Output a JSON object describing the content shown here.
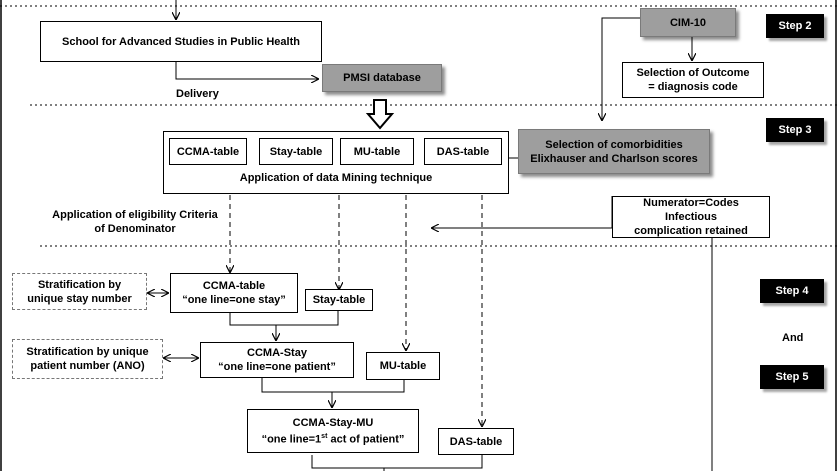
{
  "boxes": {
    "school": "School for Advanced Studies in Public Health",
    "delivery": "Delivery",
    "pmsi": "PMSI database",
    "cim10": "CIM-10",
    "outcome_line1": "Selection of Outcome",
    "outcome_line2": "= diagnosis code",
    "tables": [
      "CCMA-table",
      "Stay-table",
      "MU-table",
      "DAS-table"
    ],
    "mining": "Application of data Mining technique",
    "comorb_line1": "Selection of comorbidities",
    "comorb_line2": "Elixhauser and Charlson scores",
    "eligibility_line1": "Application of eligibility Criteria",
    "eligibility_line2": "of Denominator",
    "numerator_line1": "Numerator=Codes Infectious",
    "numerator_line2": "complication retained",
    "strat_stay_line1": "Stratification by",
    "strat_stay_line2": "unique stay number",
    "ccma_table_line1": "CCMA-table",
    "ccma_table_line2": "“one line=one stay”",
    "stay_table": "Stay-table",
    "strat_patient_line1": "Stratification by unique",
    "strat_patient_line2": "patient number (ANO)",
    "ccma_stay_line1": "CCMA-Stay",
    "ccma_stay_line2": "“one line=one patient”",
    "mu_table": "MU-table",
    "ccma_stay_mu_line1": "CCMA-Stay-MU",
    "ccma_stay_mu_line2_pre": "“one line=1",
    "ccma_stay_mu_sup": "st",
    "ccma_stay_mu_line2_post": " act of patient”",
    "das_table": "DAS-table"
  },
  "steps": {
    "step2": "Step 2",
    "step3": "Step 3",
    "step4": "Step 4",
    "and": "And",
    "step5": "Step 5"
  }
}
